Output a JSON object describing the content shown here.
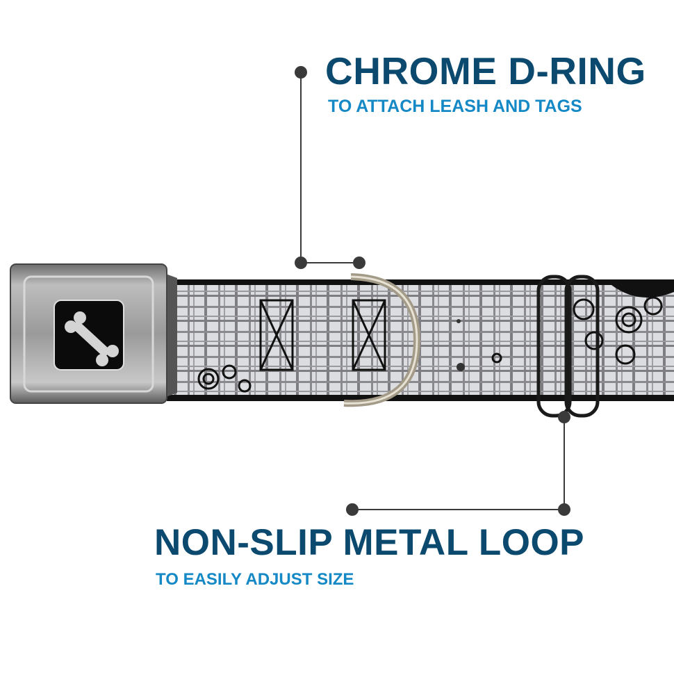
{
  "callouts": [
    {
      "title": "CHROME D-RING",
      "subtitle": "TO ATTACH LEASH AND TAGS"
    },
    {
      "title": "NON-SLIP METAL LOOP",
      "subtitle": "TO EASILY ADJUST SIZE"
    }
  ],
  "colors": {
    "title": "#0b4a6e",
    "subtitle": "#1588c6",
    "line": "#3a3a3a"
  }
}
